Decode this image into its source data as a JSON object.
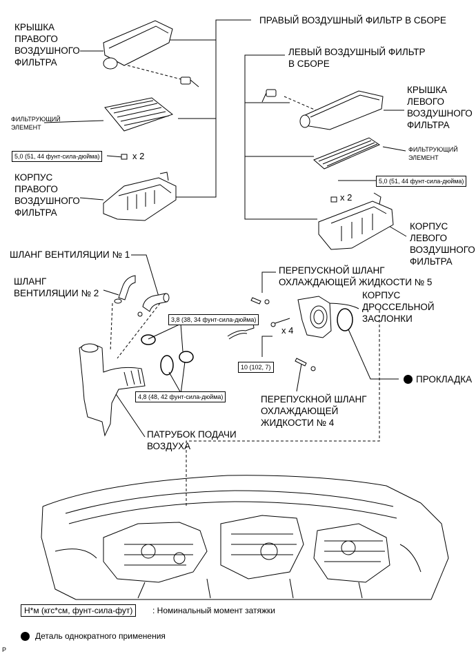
{
  "labels": {
    "right_cover": "КРЫШКА\nПРАВОГО\nВОЗДУШНОГО\nФИЛЬТРА",
    "right_assembly": "ПРАВЫЙ ВОЗДУШНЫЙ ФИЛЬТР В СБОРЕ",
    "left_assembly": "ЛЕВЫЙ ВОЗДУШНЫЙ ФИЛЬТР\nВ СБОРЕ",
    "right_element": "ФИЛЬТРУЮЩИЙ\nЭЛЕМЕНТ",
    "left_cover": "КРЫШКА\nЛЕВОГО\nВОЗДУШНОГО\nФИЛЬТРА",
    "left_element": "ФИЛЬТРУЮЩИЙ\nЭЛЕМЕНТ",
    "right_case": "КОРПУС\nПРАВОГО\nВОЗДУШНОГО\nФИЛЬТРА",
    "left_case": "КОРПУС\nЛЕВОГО\nВОЗДУШНОГО\nФИЛЬТРА",
    "vent_hose_1": "ШЛАНГ ВЕНТИЛЯЦИИ № 1",
    "vent_hose_2": "ШЛАНГ\nВЕНТИЛЯЦИИ № 2",
    "bypass_hose_5": "ПЕРЕПУСКНОЙ ШЛАНГ\nОХЛАЖДАЮЩЕЙ ЖИДКОСТИ № 5",
    "throttle_body": "КОРПУС\nДРОССЕЛЬНОЙ\nЗАСЛОНКИ",
    "gasket": "ПРОКЛАДКА",
    "bypass_hose_4": "ПЕРЕПУСКНОЙ ШЛАНГ\nОХЛАЖДАЮЩЕЙ\nЖИДКОСТИ № 4",
    "air_inlet": "ПАТРУБОК ПОДАЧИ\nВОЗДУХА"
  },
  "torques": {
    "right_case": "5,0 (51, 44 фунт-сила-дюйма)",
    "left_case": "5,0 (51, 44 фунт-сила-дюйма)",
    "vent_clamp": "3,8 (38, 34 фунт-сила-дюйма)",
    "throttle_bolt": "10 (102, 7)",
    "inlet_clamp": "4,8 (48, 42 фунт-сила-дюйма)"
  },
  "multipliers": {
    "right_case": "x 2",
    "left_case": "x 2",
    "throttle_bolt": "x 4"
  },
  "legend": {
    "torque_box": "Н*м (кгс*см, фунт-сила-фут)",
    "torque_desc": ": Номинальный момент затяжки",
    "single_use": "Деталь однократного применения"
  },
  "corner_mark": "P"
}
